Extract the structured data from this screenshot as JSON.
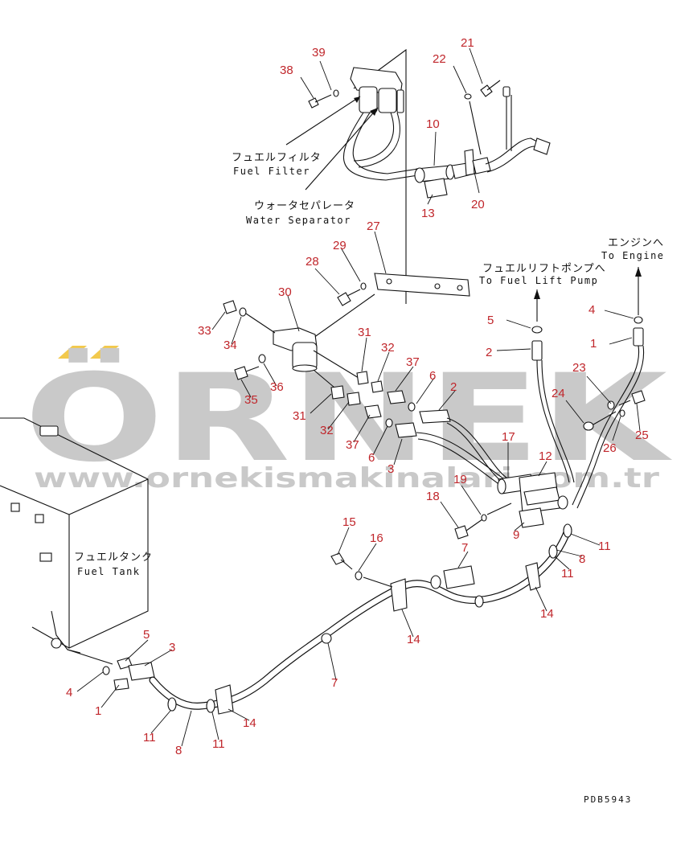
{
  "labels": {
    "fuel_filter_jp": "フュエルフィルタ",
    "fuel_filter_en": "Fuel Filter",
    "water_separator_jp": "ウォータセパレータ",
    "water_separator_en": "Water Separator",
    "fuel_lift_pump_jp": "フュエルリフトポンプへ",
    "fuel_lift_pump_en": "To Fuel Lift Pump",
    "engine_jp": "エンジンへ",
    "engine_en": "To Engine",
    "fuel_tank_jp": "フュエルタンク",
    "fuel_tank_en": "Fuel Tank",
    "drawing_code": "PDB5943"
  },
  "watermark": {
    "brand": "ÖRNEK",
    "url": "www.ornekismakinalari.com.tr"
  },
  "callouts": [
    "39",
    "38",
    "21",
    "22",
    "10",
    "20",
    "13",
    "27",
    "29",
    "28",
    "30",
    "33",
    "34",
    "35",
    "36",
    "31",
    "32",
    "37",
    "6",
    "2",
    "31",
    "32",
    "37",
    "6",
    "3",
    "5",
    "2",
    "4",
    "1",
    "23",
    "24",
    "25",
    "26",
    "17",
    "12",
    "19",
    "18",
    "9",
    "15",
    "16",
    "7",
    "11",
    "8",
    "11",
    "14",
    "14",
    "7",
    "5",
    "3",
    "4",
    "1",
    "11",
    "8",
    "11",
    "14"
  ],
  "colors": {
    "callout": "#c0262b",
    "line": "#111111",
    "watermark": "#c9c9c9",
    "watermark_accent": "#f2c94c"
  }
}
